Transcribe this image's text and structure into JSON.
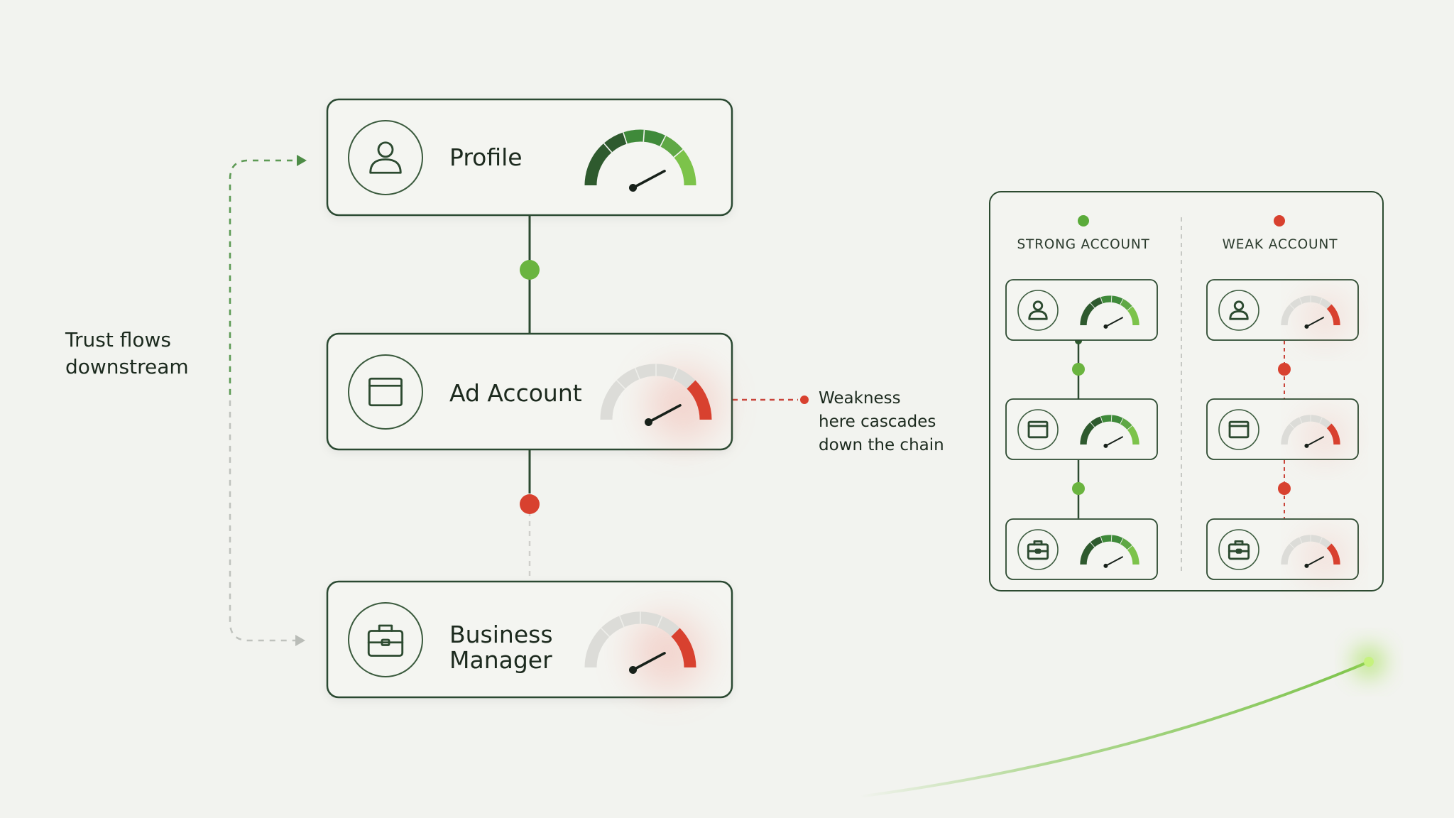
{
  "side_label": {
    "lines": [
      "Trust flows",
      "downstream"
    ]
  },
  "chain": [
    {
      "label_lines": [
        "Profile"
      ],
      "icon": "user-icon",
      "status": "strong"
    },
    {
      "label_lines": [
        "Ad Account"
      ],
      "icon": "browser-window-icon",
      "status": "weak"
    },
    {
      "label_lines": [
        "Business",
        "Manager"
      ],
      "icon": "briefcase-icon",
      "status": "weak"
    }
  ],
  "note": {
    "lines": [
      "Weakness",
      "here cascades",
      "down the chain"
    ]
  },
  "comparison": {
    "strong": {
      "label": "STRONG ACCOUNT",
      "statuses": [
        "strong",
        "strong",
        "strong"
      ]
    },
    "weak": {
      "label": "WEAK ACCOUNT",
      "statuses": [
        "weak",
        "weak",
        "weak"
      ]
    }
  },
  "colors": {
    "frame": "#2c4a30",
    "dark_green": "#2e5a2e",
    "mid_green": "#3f8a3a",
    "bright_green": "#7cc34a",
    "red": "#d8412f",
    "grey_track": "#dcdcd8",
    "dashed_green": "#5d9b54",
    "dashed_grey": "#c8c8c4",
    "dashed_red": "#c9443a"
  }
}
